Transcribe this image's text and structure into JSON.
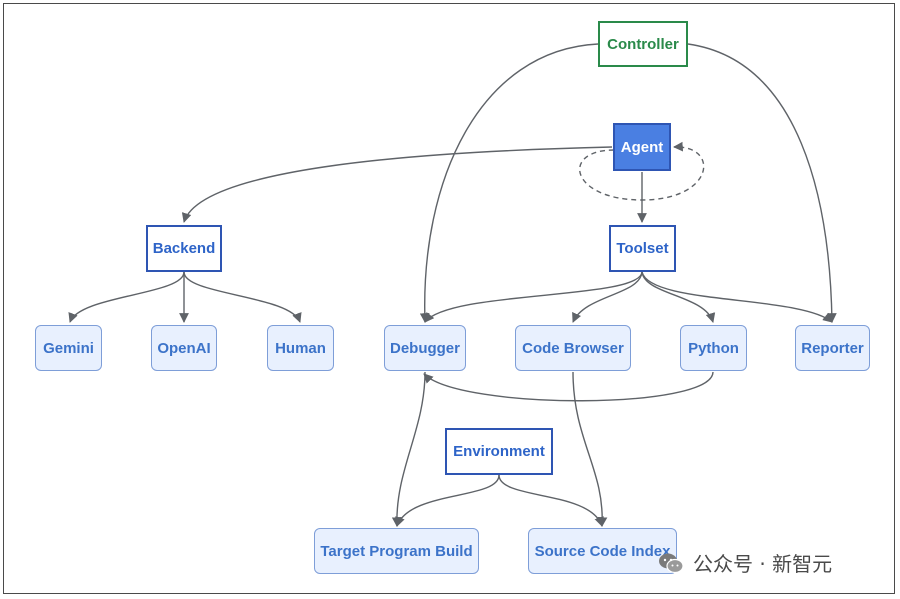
{
  "nodes": {
    "controller": "Controller",
    "agent": "Agent",
    "backend": "Backend",
    "toolset": "Toolset",
    "gemini": "Gemini",
    "openai": "OpenAI",
    "human": "Human",
    "debugger": "Debugger",
    "code_browser": "Code Browser",
    "python": "Python",
    "reporter": "Reporter",
    "environment": "Environment",
    "target_program_build": "Target Program Build",
    "source_code_index": "Source Code Index"
  },
  "watermark": {
    "text": "公众号 · 新智元",
    "logo_icon": "wechat-icon"
  },
  "colors": {
    "green": "#2a8a4a",
    "dark_blue": "#2e55b3",
    "agent_fill": "#4a7fe2",
    "light_fill": "#e8f0fe",
    "edge": "#5f6368"
  }
}
